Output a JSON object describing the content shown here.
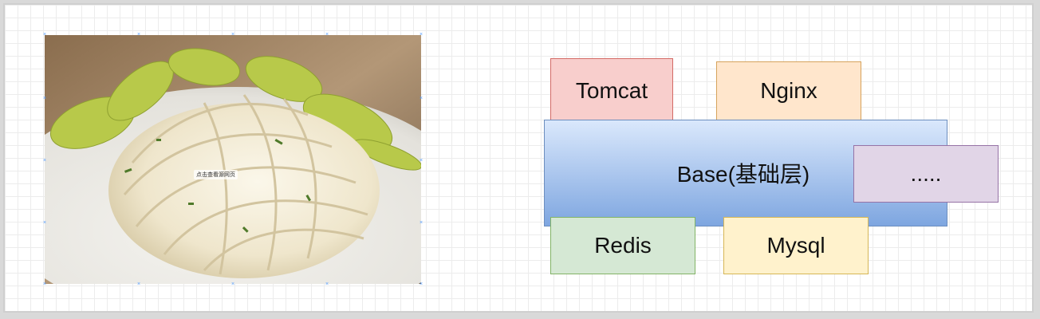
{
  "image": {
    "tooltip": "点击查看源网页"
  },
  "diagram": {
    "tomcat": "Tomcat",
    "nginx": "Nginx",
    "base": "Base(基础层)",
    "more": ".....",
    "redis": "Redis",
    "mysql": "Mysql"
  },
  "colors": {
    "tomcat_fill": "#f8cecc",
    "nginx_fill": "#ffe6cc",
    "base_fill_top": "#dae8fc",
    "base_fill_bottom": "#7ea6e0",
    "more_fill": "#e1d5e7",
    "redis_fill": "#d5e8d4",
    "mysql_fill": "#fff2cc"
  }
}
